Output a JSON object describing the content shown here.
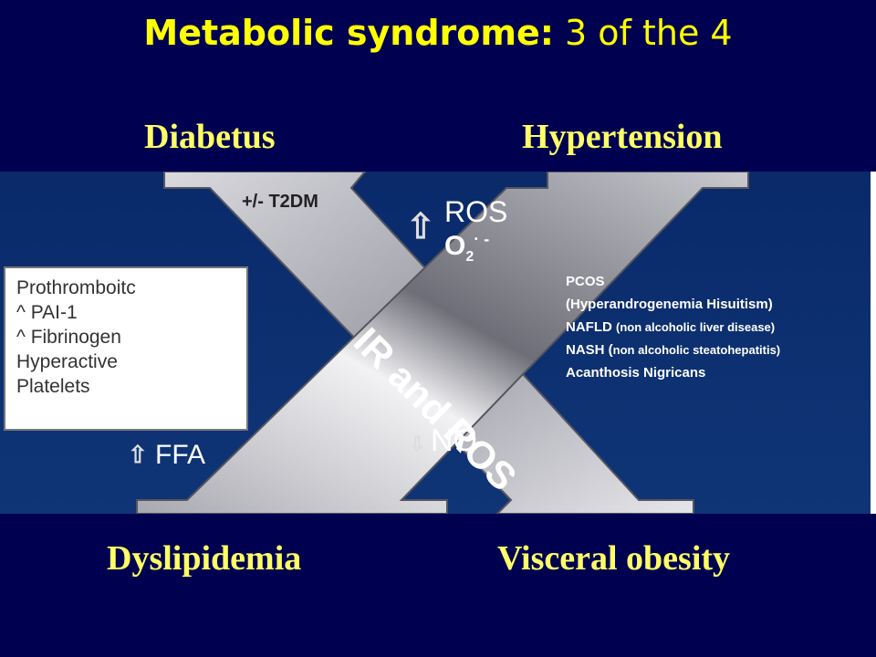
{
  "title": {
    "main": "Metabolic syndrome:",
    "sub": " 3 of the 4"
  },
  "corners": {
    "top_left": "Diabetus",
    "top_right": "Hypertension",
    "bottom_left": "Dyslipidemia",
    "bottom_right": "Visceral obesity"
  },
  "diagram": {
    "top_left_label": "+/- T2DM",
    "ros": "ROS",
    "o2": "O",
    "o2_sub": "2",
    "o2_sup": "· -",
    "center": "IR and ROS",
    "no": "NO",
    "ffa": "FFA",
    "up_arrow": "⇧",
    "down_arrow": "⇩",
    "left_box": [
      "Prothromboitc",
      "^ PAI-1",
      "^ Fibrinogen",
      "Hyperactive",
      "Platelets"
    ],
    "right_list": [
      {
        "main": "PCOS",
        "note": ""
      },
      {
        "main": "(Hyperandrogenemia Hisuitism)",
        "note": ""
      },
      {
        "main": "NAFLD ",
        "note": "(non alcoholic liver disease)"
      },
      {
        "main": "NASH (",
        "note": "non alcoholic steatohepatitis)"
      },
      {
        "main": "Acanthosis Nigricans",
        "note": ""
      }
    ]
  },
  "colors": {
    "background": "#000050",
    "title": "#ffff00",
    "corner_labels": "#ffff66",
    "panel": "#0d2d6e",
    "x_shape": "#b5b5bd",
    "text": "#ffffff"
  }
}
